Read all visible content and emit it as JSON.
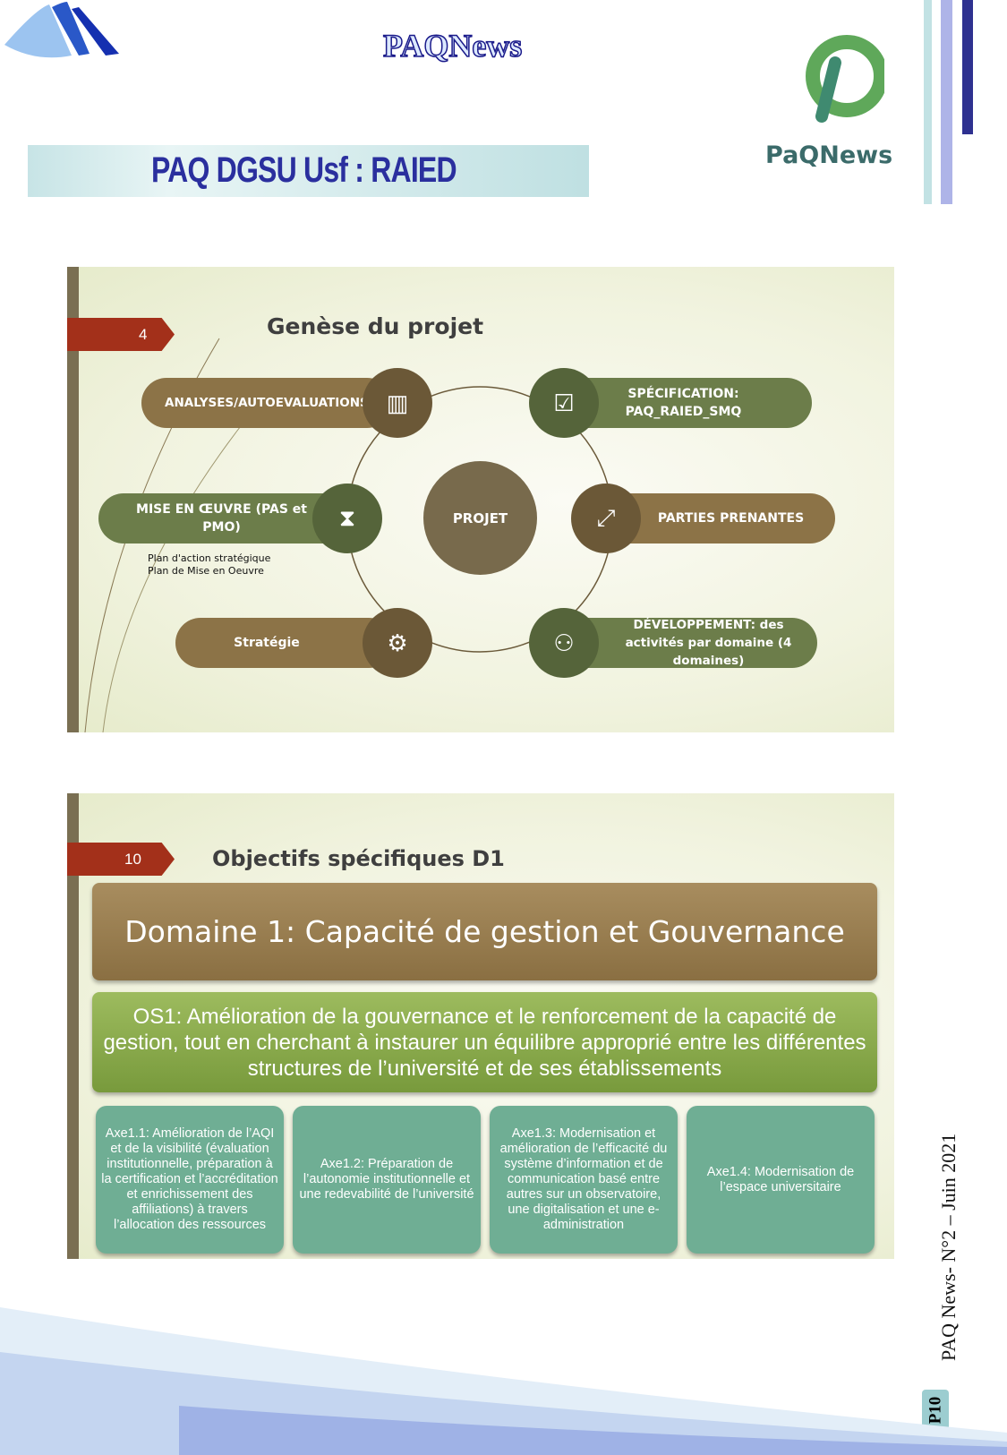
{
  "header": {
    "logo_text": "PAQNews",
    "brand_text": "PaQNews",
    "section_title": "PAQ DGSU Usf : RAIED"
  },
  "slide1": {
    "number": "4",
    "title": "Genèse du projet",
    "center": "PROJET",
    "items": [
      {
        "label": "ANALYSES/AUTOEVALUATIONS",
        "icon": "chart-icon"
      },
      {
        "label": "SPÉCIFICATION: PAQ_RAIED_SMQ",
        "icon": "checklist-icon"
      },
      {
        "label": "MISE EN ŒUVRE (PAS et PMO)",
        "icon": "sliders-icon"
      },
      {
        "label": "PARTIES PRENANTES",
        "icon": "network-icon"
      },
      {
        "label": "Stratégie",
        "icon": "gears-icon"
      },
      {
        "label": "DÉVELOPPEMENT: des activités par domaine (4 domaines)",
        "icon": "user-gear-icon"
      }
    ],
    "note_line1": "Plan d'action stratégique",
    "note_line2": "Plan de Mise en Oeuvre"
  },
  "slide2": {
    "number": "10",
    "title": "Objectifs spécifiques D1",
    "domain": "Domaine 1: Capacité de gestion et Gouvernance",
    "os1": "OS1: Amélioration de la gouvernance et le renforcement de  la capacité de gestion, tout en cherchant à instaurer un équilibre approprié entre les différentes structures de l’université et de ses établissements",
    "axes": [
      "Axe1.1: Amélioration de l’AQI et de la visibilité (évaluation institutionnelle, préparation à la certification et l’accréditation et enrichissement des affiliations) à travers l’allocation des ressources",
      "Axe1.2: Préparation de l’autonomie institutionnelle et une redevabilité de l’université",
      "Axe1.3: Modernisation et amélioration de l’efficacité du système d’information et de communication basé entre autres sur un observatoire, une digitalisation et une e-administration",
      "Axe1.4: Modernisation de l’espace universitaire"
    ]
  },
  "footer": {
    "issue": "PAQ News- N°2 – Juin 2021",
    "page": "P10"
  }
}
